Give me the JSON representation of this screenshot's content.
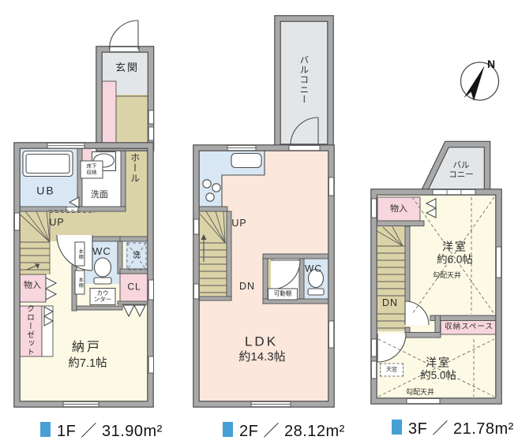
{
  "colors": {
    "wall": "#a9a9a9",
    "wall_edge": "#4d4d4d",
    "hall_tan": "#dbd3a8",
    "room_cream": "#fcf9e4",
    "closet_pink": "#f8d6de",
    "wet_blue": "#d9e7f4",
    "entry_gray": "#e3e6e9",
    "ldk_peach": "#fbe7dc",
    "caption_bullet_blue": "#46a0d5"
  },
  "compass": {
    "north": "N"
  },
  "floor1": {
    "caption": "1F ／ 31.90m²",
    "genkan": "玄関",
    "hall": "ホール",
    "ub": "UB",
    "underfloor_l1": "床下",
    "underfloor_l2": "収納",
    "senmen": "洗面",
    "up": "UP",
    "wc": "WC",
    "washer": "洗",
    "shelf1": "本棚",
    "shelf2": "本棚",
    "monoire": "物入",
    "cl": "CL",
    "counter_l1": "カウ",
    "counter_l2": "ンター",
    "closet": "クローゼット",
    "nando": "納戸",
    "nando_size": "約7.1帖"
  },
  "floor2": {
    "caption": "2F ／ 28.12m²",
    "balcony": "バルコニー",
    "up": "UP",
    "dn": "DN",
    "wc": "WC",
    "movable_shelf": "可動棚",
    "ldk": "LDK",
    "ldk_size": "約14.3帖"
  },
  "floor3": {
    "caption": "3F ／ 21.78m²",
    "balcony_l1": "バル",
    "balcony_l2": "コニー",
    "monoire": "物入",
    "dn": "DN",
    "room6": "洋室",
    "room6_size": "約6.0帖",
    "slope6": "勾配天井",
    "storage": "収納スペース",
    "skylight": "天窓",
    "room5": "洋室",
    "room5_size": "約5.0帖",
    "slope5": "勾配天井"
  }
}
